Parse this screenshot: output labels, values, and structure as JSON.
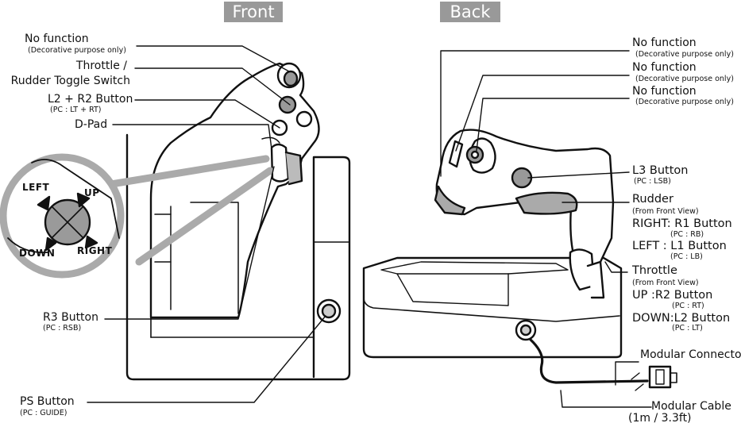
{
  "views": {
    "front": "Front",
    "back": "Back"
  },
  "front_labels": {
    "no_function": "No function",
    "no_function_note": "(Decorative purpose only)",
    "throttle_rudder_line1": "Throttle /",
    "throttle_rudder_line2": "Rudder Toggle Switch",
    "l2r2": "L2 + R2 Button",
    "l2r2_pc": "(PC : LT + RT)",
    "dpad": "D-Pad",
    "r3": "R3 Button",
    "r3_pc": "(PC : RSB)",
    "ps": "PS Button",
    "ps_pc": "(PC : GUIDE)"
  },
  "dpad_directions": {
    "left": "LEFT",
    "up": "UP",
    "down": "DOWN",
    "right": "RIGHT"
  },
  "back_labels": {
    "no_function_1": "No function",
    "no_function_1_note": "(Decorative purpose only)",
    "no_function_2": "No function",
    "no_function_2_note": "(Decorative purpose only)",
    "no_function_3": "No function",
    "no_function_3_note": "(Decorative purpose only)",
    "l3": "L3 Button",
    "l3_pc": "(PC : LSB)",
    "rudder": "Rudder",
    "rudder_view": "(From Front View)",
    "rudder_right": "RIGHT: R1 Button",
    "rudder_right_pc": "(PC : RB)",
    "rudder_left": "LEFT   : L1 Button",
    "rudder_left_pc": "(PC : LB)",
    "throttle": "Throttle",
    "throttle_view": "(From Front View)",
    "throttle_up": "UP      :R2 Button",
    "throttle_up_pc": "(PC : RT)",
    "throttle_down": "DOWN:L2 Button",
    "throttle_down_pc": "(PC : LT)",
    "modular_connector": "Modular Connector",
    "modular_cable": "Modular Cable",
    "modular_cable_len": "(1m / 3.3ft)"
  }
}
